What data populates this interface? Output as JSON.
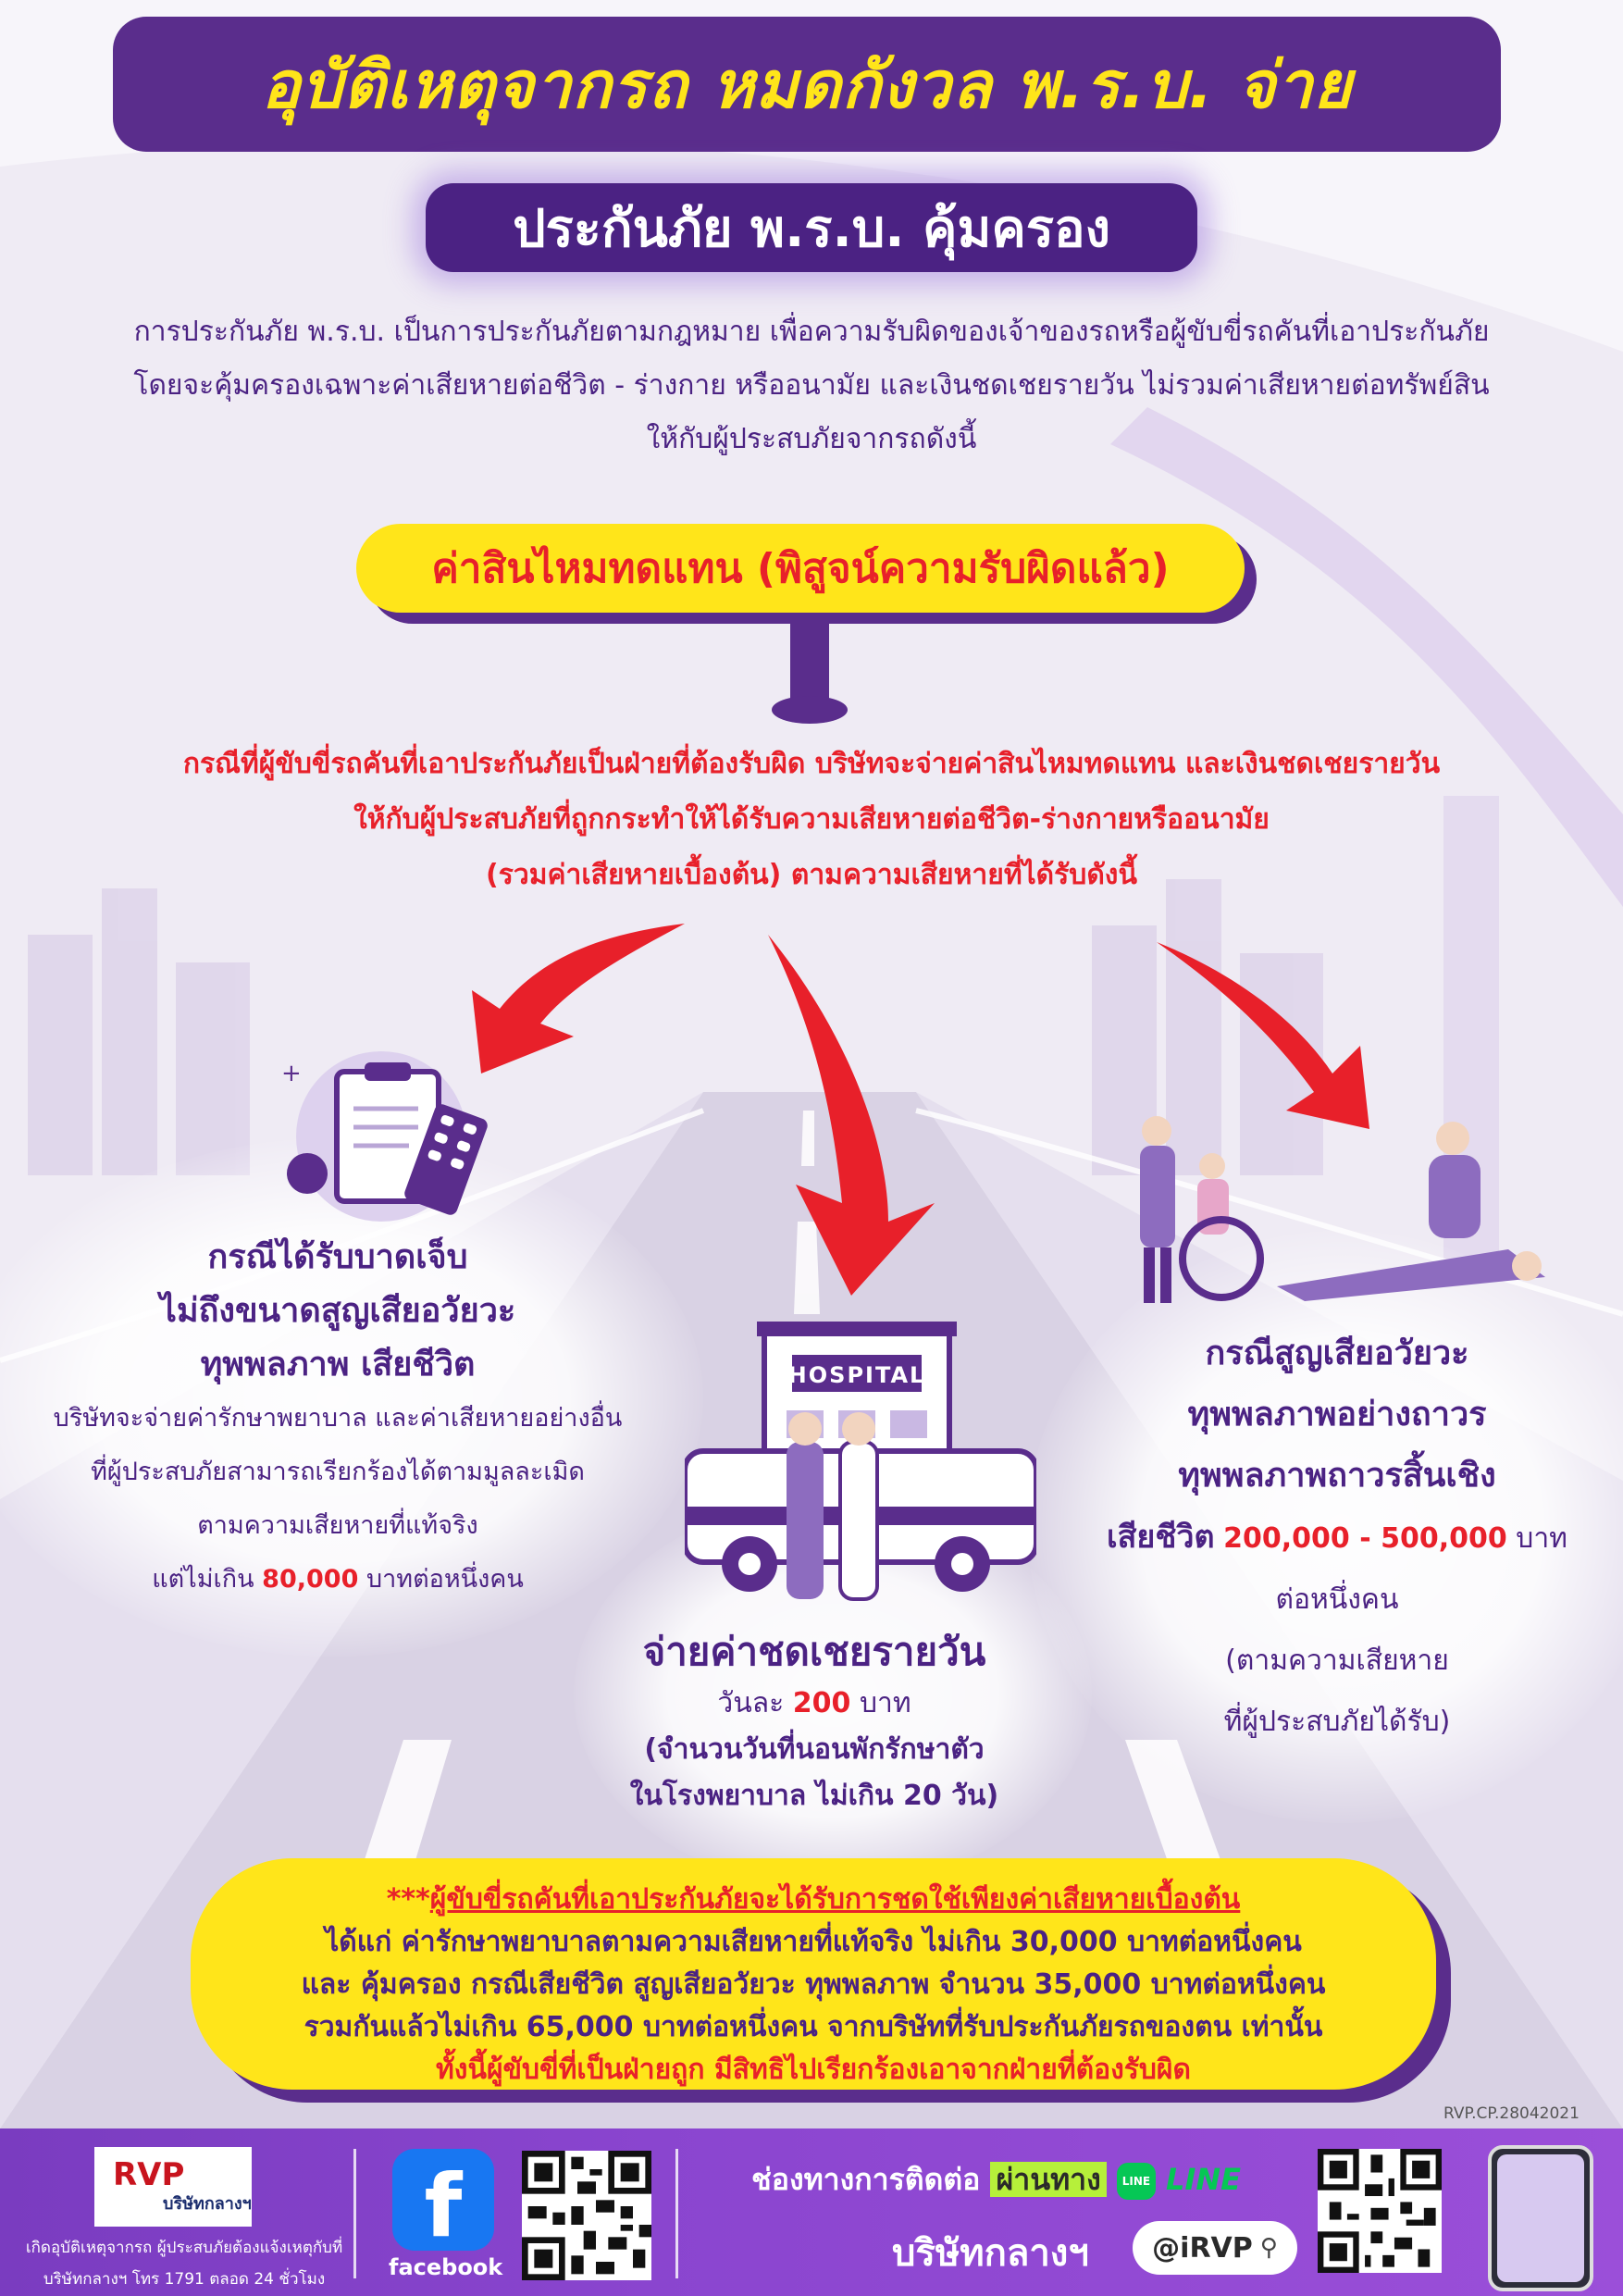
{
  "title": "อุบัติเหตุจากรถ หมดกังวล พ.ร.บ. จ่าย",
  "subtitle": "ประกันภัย พ.ร.บ. คุ้มครอง",
  "intro": [
    "การประกันภัย พ.ร.บ. เป็นการประกันภัยตามกฎหมาย เพื่อความรับผิดของเจ้าของรถหรือผู้ขับขี่รถคันที่เอาประกันภัย",
    "โดยจะคุ้มครองเฉพาะค่าเสียหายต่อชีวิต - ร่างกาย หรืออนามัย และเงินชดเชยรายวัน ไม่รวมค่าเสียหายต่อทรัพย์สิน",
    "ให้กับผู้ประสบภัยจากรถดังนี้"
  ],
  "compensation_label": "ค่าสินไหมทดแทน (พิสูจน์ความรับผิดแล้ว)",
  "liability": [
    "กรณีที่ผู้ขับขี่รถคันที่เอาประกันภัยเป็นฝ่ายที่ต้องรับผิด บริษัทจะจ่ายค่าสินไหมทดแทน และเงินชดเชยรายวัน",
    "ให้กับผู้ประสบภัยที่ถูกกระทำให้ได้รับความเสียหายต่อชีวิต-ร่างกายหรืออนามัย",
    "(รวมค่าเสียหายเบื้องต้น) ตามความเสียหายที่ได้รับดังนี้"
  ],
  "case_injury": {
    "title": [
      "กรณีได้รับบาดเจ็บ",
      "ไม่ถึงขนาดสูญเสียอวัยวะ",
      "ทุพพลภาพ เสียชีวิต"
    ],
    "body": [
      "บริษัทจะจ่ายค่ารักษาพยาบาล และค่าเสียหายอย่างอื่น",
      "ที่ผู้ประสบภัยสามารถเรียกร้องได้ตามมูลละเมิด",
      "ตามความเสียหายที่แท้จริง"
    ],
    "limit_prefix": "แต่ไม่เกิน",
    "limit_amount": "80,000",
    "limit_suffix": "บาทต่อหนึ่งคน"
  },
  "case_daily": {
    "hospital_sign": "HOSPITAL",
    "title": "จ่ายค่าชดเชยรายวัน",
    "rate_prefix": "วันละ",
    "rate_amount": "200",
    "rate_suffix": "บาท",
    "note": [
      "(จำนวนวันที่นอนพักรักษาตัว",
      "ในโรงพยาบาล ไม่เกิน 20 วัน)"
    ]
  },
  "case_loss": {
    "title": [
      "กรณีสูญเสียอวัยวะ",
      "ทุพพลภาพอย่างถาวร",
      "ทุพพลภาพถาวรสิ้นเชิง"
    ],
    "death_label": "เสียชีวิต",
    "death_amount": "200,000 - 500,000",
    "death_unit": "บาท",
    "body": [
      "ต่อหนึ่งคน",
      "(ตามความเสียหาย",
      "ที่ผู้ประสบภัยได้รับ)"
    ]
  },
  "notice": {
    "line1_prefix": "***",
    "line1": "ผู้ขับขี่รถคันที่เอาประกันภัยจะได้รับการชดใช้เพียงค่าเสียหายเบื้องต้น",
    "line2": "ได้แก่ ค่ารักษาพยาบาลตามความเสียหายที่แท้จริง ไม่เกิน 30,000 บาทต่อหนึ่งคน",
    "line3": "และ คุ้มครอง กรณีเสียชีวิต สูญเสียอวัยวะ ทุพพลภาพ จำนวน 35,000 บาทต่อหนึ่งคน",
    "line4": "รวมกันแล้วไม่เกิน 65,000 บาทต่อหนึ่งคน จากบริษัทที่รับประกันภัยรถของตน เท่านั้น",
    "line5": "ทั้งนี้ผู้ขับขี่ที่เป็นฝ่ายถูก มีสิทธิไปเรียกร้องเอาจากฝ่ายที่ต้องรับผิด"
  },
  "reference": "RVP.CP.28042021",
  "footer": {
    "logo_mark": "RVP",
    "logo_name": "บริษัทกลางฯ",
    "small_line1": "เกิดอุบัติเหตุจากรถ ผู้ประสบภัยต้องแจ้งเหตุกับที่",
    "small_line2": "บริษัทกลางฯ โทร 1791 ตลอด 24 ชั่วโมง",
    "facebook_label": "facebook",
    "contact_label": "ช่องทางการติดต่อ",
    "contact_via": "ผ่านทาง",
    "line_label": "LINE",
    "company": "บริษัทกลางฯ",
    "handle": "@iRVP"
  },
  "colors": {
    "brand_purple": "#5a2d8c",
    "title_yellow": "#ffe51a",
    "alert_red": "#e8202a",
    "facebook_blue": "#1877f2",
    "line_green": "#06c755"
  }
}
